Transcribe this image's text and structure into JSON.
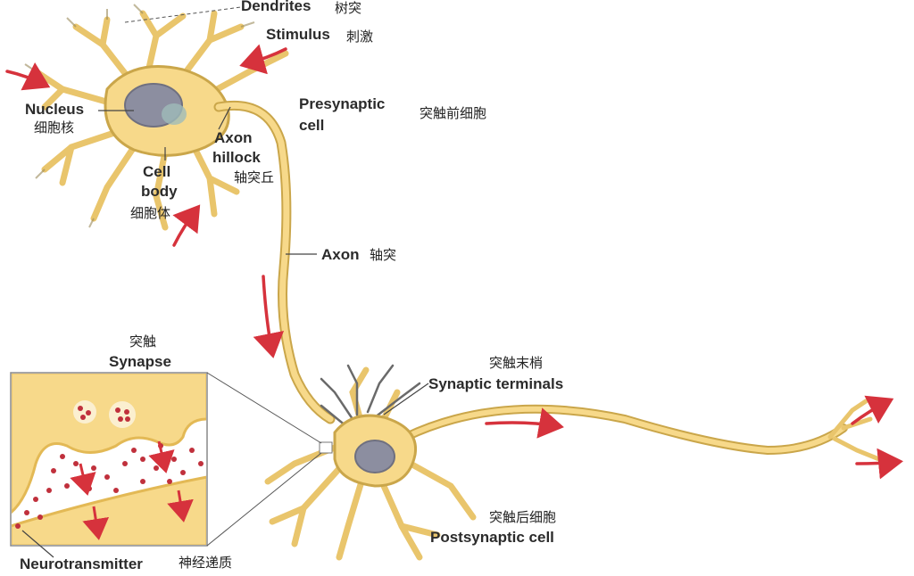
{
  "labels": {
    "dendrites_en": "Dendrites",
    "dendrites_cn": "树突",
    "stimulus_en": "Stimulus",
    "stimulus_cn": "刺激",
    "nucleus_en": "Nucleus",
    "nucleus_cn": "细胞核",
    "presynaptic_en_1": "Presynaptic",
    "presynaptic_en_2": "cell",
    "presynaptic_cn": "突触前细胞",
    "axon_hillock_en_1": "Axon",
    "axon_hillock_en_2": "hillock",
    "axon_hillock_cn": "轴突丘",
    "cell_body_en_1": "Cell",
    "cell_body_en_2": "body",
    "cell_body_cn": "细胞体",
    "axon_en": "Axon",
    "axon_cn": "轴突",
    "synapse_cn": "突触",
    "synapse_en": "Synapse",
    "terminals_cn": "突触末梢",
    "terminals_en": "Synaptic terminals",
    "postsynaptic_cn": "突触后细胞",
    "postsynaptic_en": "Postsynaptic cell",
    "neurotransmitter_en": "Neurotransmitter",
    "neurotransmitter_cn": "神经递质"
  },
  "colors": {
    "cell_fill": "#f7d98a",
    "cell_stroke": "#caa64a",
    "nucleus": "#8c8ea0",
    "arrow": "#d6323c",
    "vesicle": "#c0303c"
  }
}
